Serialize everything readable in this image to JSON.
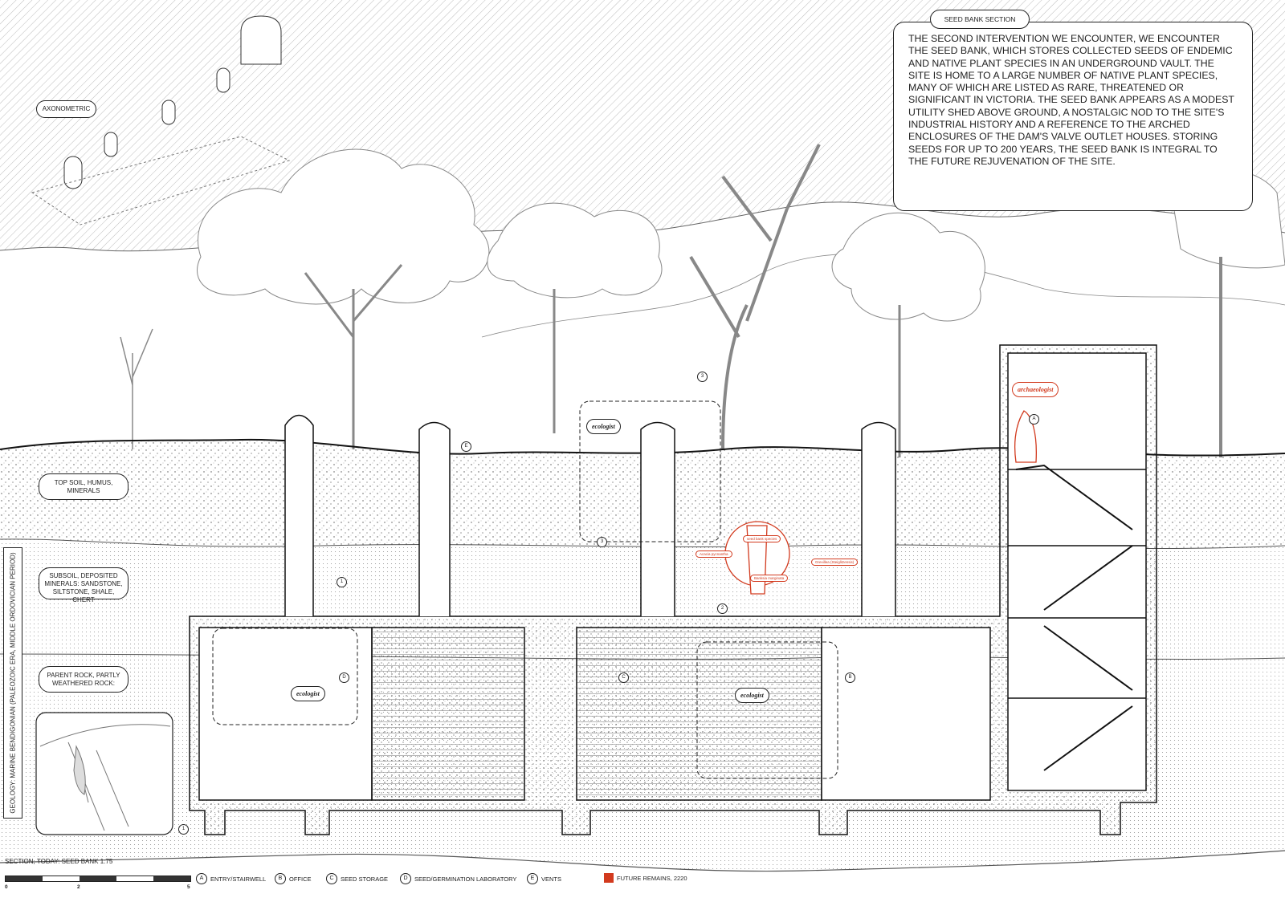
{
  "title_tab": "SEED BANK SECTION",
  "description": "THE SECOND INTERVENTION WE ENCOUNTER, WE ENCOUNTER THE SEED BANK, WHICH STORES COLLECTED SEEDS OF ENDEMIC AND NATIVE PLANT SPECIES IN AN UNDERGROUND VAULT. THE SITE IS HOME TO A LARGE NUMBER OF NATIVE PLANT SPECIES, MANY OF WHICH ARE LISTED AS RARE, THREATENED OR SIGNIFICANT IN VICTORIA. THE SEED BANK APPEARS AS A MODEST UTILITY SHED ABOVE GROUND, A NOSTALGIC NOD TO THE SITE'S INDUSTRIAL HISTORY AND A REFERENCE TO THE ARCHED ENCLOSURES OF THE DAM'S VALVE OUTLET HOUSES. STORING SEEDS FOR UP TO 200 YEARS, THE SEED BANK IS INTEGRAL TO THE FUTURE REJUVENATION OF THE SITE.",
  "axonometric_label": "AXONOMETRIC",
  "soil_layers": {
    "top_soil": "TOP SOIL, HUMUS, MINERALS",
    "subsoil": "SUBSOIL, DEPOSITED MINERALS: SANDSTONE, SILTSTONE, SHALE, CHERT",
    "parent_rock": "PARENT ROCK, PARTLY WEATHERED ROCK:"
  },
  "geology_label": "GEOLOGY: MARINE BENDIGONIAN (PALEOZOIC ERA, MIDDLE ORDOVICIAN PERIOD)",
  "bubbles": {
    "ecologist_top": "ecologist",
    "ecologist_lab": "ecologist",
    "ecologist_storage": "ecologist",
    "archaeologist": "archaeologist"
  },
  "red_labels": {
    "seed_bank_species": "seed bank species",
    "acacia": "Acacia pycnantha",
    "grevillea": "Grevillea (Steiglitzensis)",
    "banksia": "Banksia marginata"
  },
  "markers": {
    "a": "A",
    "b": "B",
    "c": "C",
    "d": "D",
    "e": "E",
    "n1": "1",
    "n2": "2",
    "n3a": "3",
    "n3b": "3",
    "n1b": "1"
  },
  "scale": {
    "title": "SECTION, TODAY: SEED BANK 1:75",
    "ticks": [
      "0",
      "2",
      "5"
    ]
  },
  "legend": [
    {
      "key": "A",
      "label": "ENTRY/STAIRWELL"
    },
    {
      "key": "B",
      "label": "OFFICE"
    },
    {
      "key": "C",
      "label": "SEED STORAGE"
    },
    {
      "key": "D",
      "label": "SEED/GERMINATION LABORATORY"
    },
    {
      "key": "E",
      "label": "VENTS"
    },
    {
      "key": "",
      "label": "FUTURE REMAINS, 2220"
    }
  ],
  "colors": {
    "ink": "#222222",
    "accent_red": "#d23a1e"
  }
}
